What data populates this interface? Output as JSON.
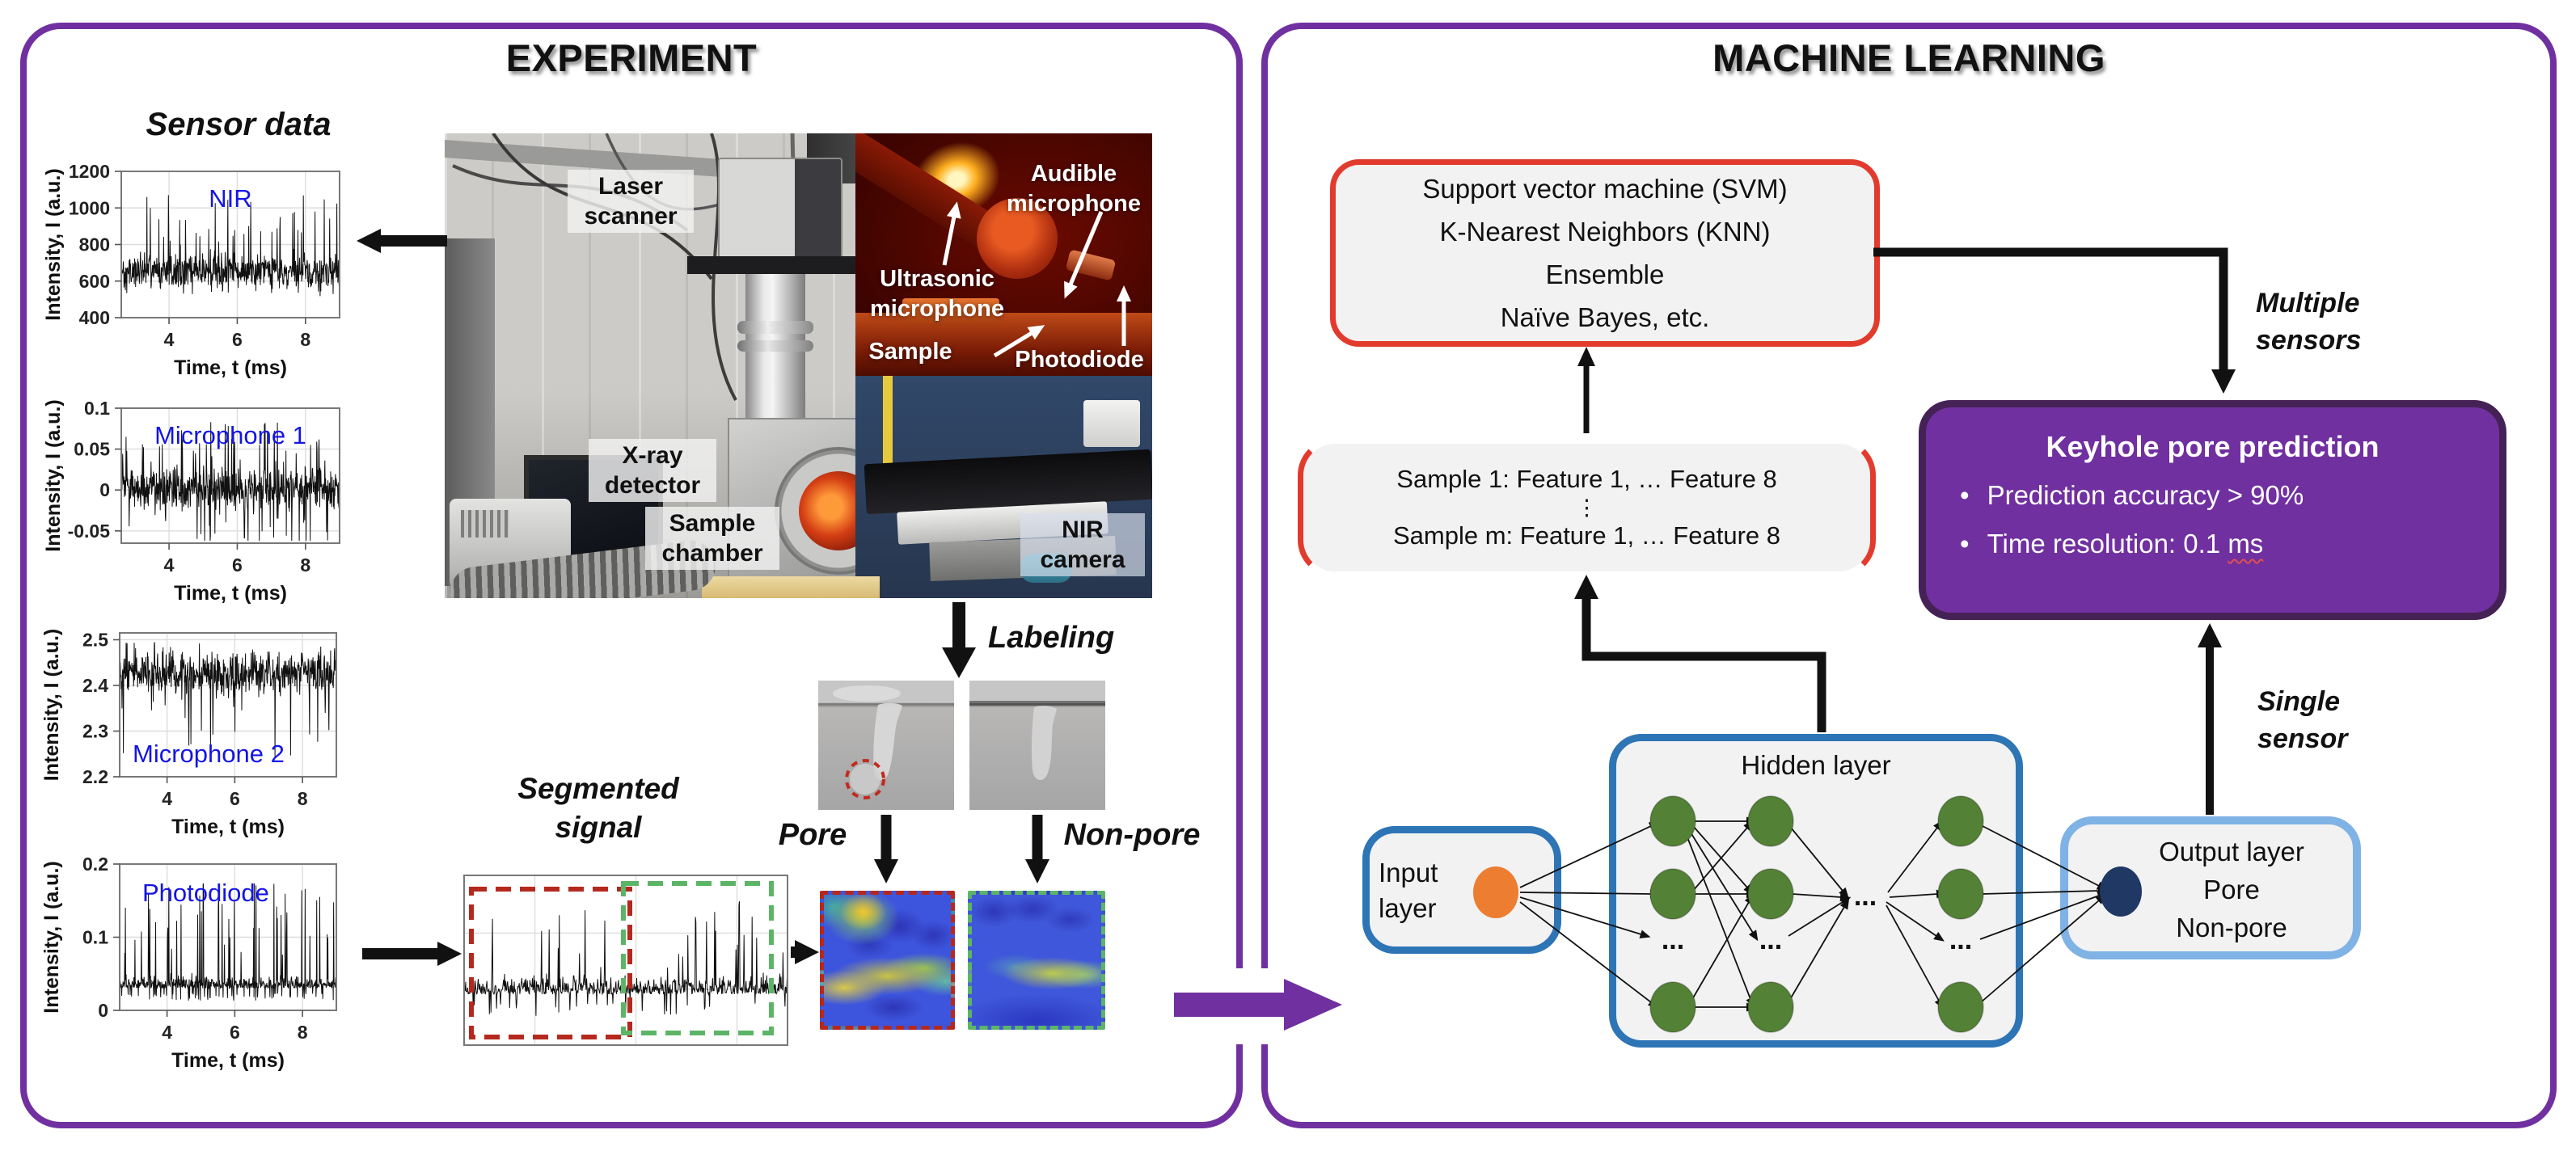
{
  "panels": {
    "experiment": {
      "title": "EXPERIMENT"
    },
    "machine_learning": {
      "title": "MACHINE LEARNING"
    }
  },
  "experiment": {
    "sensor_data_label": "Sensor data",
    "segmented_signal_label": "Segmented signal",
    "labeling_label": "Labeling",
    "pore_label": "Pore",
    "non_pore_label": "Non-pore",
    "photo_labels": {
      "laser_scanner": "Laser scanner",
      "xray_detector": "X-ray detector",
      "sample_chamber": "Sample chamber",
      "nir_camera": "NIR camera",
      "audible_mic": "Audible microphone",
      "ultrasonic_mic": "Ultrasonic microphone",
      "sample": "Sample",
      "photodiode": "Photodiode"
    }
  },
  "ml": {
    "classifiers": [
      "Support vector machine (SVM)",
      "K-Nearest Neighbors (KNN)",
      "Ensemble",
      "Naïve Bayes,  etc."
    ],
    "samples": {
      "line1": "Sample 1: Feature 1, … Feature 8",
      "dots": "⋮",
      "line2": "Sample m: Feature 1, … Feature 8"
    },
    "multiple_sensors_label": "Multiple sensors",
    "single_sensor_label": "Single sensor",
    "prediction": {
      "title": "Keyhole pore prediction",
      "bullet_glyph": "•",
      "bullet1": "Prediction accuracy > 90%",
      "bullet2_text": "Time resolution: 0.1 ",
      "bullet2_underlined": "ms"
    },
    "nn": {
      "input_label": "Input layer",
      "hidden_label": "Hidden layer",
      "output_lines": [
        "Output layer",
        "Pore",
        "Non-pore"
      ],
      "dots": "..."
    }
  },
  "colors": {
    "panel_border": "#7030A0",
    "accent_purple": "#7030A0",
    "classifier_border": "#E23B2E",
    "blue_box_border": "#2E75B6",
    "light_blue_border": "#7FB2E5",
    "hidden_node": "#538135",
    "input_node": "#ED7D31",
    "output_node": "#1F3864",
    "plot_title_blue": "#1414E6",
    "pore_dash": "#B5281E",
    "nonpore_dash": "#5CB567"
  },
  "chart_data": [
    {
      "id": "nir",
      "type": "line",
      "title": "NIR",
      "xlabel": "Time, t (ms)",
      "ylabel": "Intensity, I (a.u.)",
      "xlim": [
        2.6,
        9.0
      ],
      "xticks": [
        4,
        6,
        8
      ],
      "ylim": [
        400,
        1200
      ],
      "yticks": [
        400,
        600,
        800,
        1000,
        1200
      ],
      "grid": true,
      "legend": "none",
      "signal": {
        "description": "dense random NIR intensity noise",
        "baseline": 655,
        "noise": 70,
        "spike_up": [
          100,
          420
        ],
        "p_up": 0.05,
        "spike_down": [
          50,
          140
        ],
        "p_down": 0.05,
        "clip": [
          495,
          1185
        ],
        "seed": 11
      }
    },
    {
      "id": "mic1",
      "type": "line",
      "title": "Microphone 1",
      "xlabel": "Time, t (ms)",
      "ylabel": "Intensity, I (a.u.)",
      "xlim": [
        2.6,
        9.0
      ],
      "xticks": [
        4,
        6,
        8
      ],
      "ylim": [
        -0.065,
        0.1
      ],
      "yticks": [
        -0.05,
        0,
        0.05,
        0.1
      ],
      "grid": true,
      "legend": "none",
      "signal": {
        "description": "audible microphone noise centered at 0",
        "baseline": 0.002,
        "noise": 0.02,
        "spike_up": [
          0.03,
          0.082
        ],
        "p_up": 0.05,
        "spike_down": [
          0.03,
          0.08
        ],
        "p_down": 0.05,
        "clip": [
          -0.062,
          0.098
        ],
        "seed": 22
      }
    },
    {
      "id": "mic2",
      "type": "line",
      "title": "Microphone 2",
      "xlabel": "Time, t (ms)",
      "ylabel": "Intensity, I (a.u.)",
      "xlim": [
        2.6,
        9.0
      ],
      "xticks": [
        4,
        6,
        8
      ],
      "ylim": [
        2.2,
        2.515
      ],
      "yticks": [
        2.2,
        2.3,
        2.4,
        2.5
      ],
      "grid": true,
      "legend": "none",
      "signal": {
        "description": "ultrasonic microphone noise around 2.42 with downward dips",
        "baseline": 2.425,
        "noise": 0.035,
        "spike_up": [
          0.02,
          0.07
        ],
        "p_up": 0.06,
        "spike_down": [
          0.06,
          0.19
        ],
        "p_down": 0.025,
        "clip": [
          2.215,
          2.51
        ],
        "seed": 33
      }
    },
    {
      "id": "pd",
      "type": "line",
      "title": "Photodiode",
      "xlabel": "Time, t (ms)",
      "ylabel": "Intensity, I (a.u.)",
      "xlim": [
        2.6,
        9.0
      ],
      "xticks": [
        4,
        6,
        8
      ],
      "ylim": [
        0,
        0.2
      ],
      "yticks": [
        0,
        0.1,
        0.2
      ],
      "grid": true,
      "legend": "none",
      "skew": "up",
      "signal": {
        "description": "photodiode baseline ~0.04 with upward spikes to ~0.18",
        "baseline": 0.035,
        "noise": 0.014,
        "spike_up": [
          0.04,
          0.145
        ],
        "p_up": 0.06,
        "spike_down": [
          0.012,
          0.022
        ],
        "p_down": 0.1,
        "clip": [
          0.004,
          0.185
        ],
        "seed": 44
      }
    },
    {
      "id": "seg",
      "type": "line",
      "title": "",
      "xlabel": "",
      "ylabel": "",
      "xlim": [
        2.6,
        9.0
      ],
      "xticks": [
        4,
        6,
        8
      ],
      "ylim": [
        0,
        1
      ],
      "yticks": [
        0.33,
        0.66
      ],
      "grid": true,
      "legend": "none",
      "skew": "up",
      "annotations": [
        {
          "kind": "segment-box",
          "label": "pore segment",
          "color": "#B5281E",
          "x_extent": "left half"
        },
        {
          "kind": "segment-box",
          "label": "non-pore segment",
          "color": "#5CB567",
          "x_extent": "right half"
        }
      ],
      "signal": {
        "description": "segmented photodiode-like noise burst",
        "baseline": 0.33,
        "noise": 0.09,
        "spike_up": [
          0.12,
          0.52
        ],
        "p_up": 0.06,
        "spike_down": [
          0.08,
          0.16
        ],
        "p_down": 0.05,
        "clip": [
          0.03,
          0.95
        ],
        "seed": 55
      }
    },
    {
      "id": "spec_pore",
      "type": "heatmap",
      "title": "Pore",
      "description": "wavelet spectrogram, blue background with bright yellow blob top-left and yellow-green band across lower middle",
      "palette": [
        "#2a2fb0",
        "#3d55dc",
        "#64b8a2",
        "#8fc05a",
        "#c9c342",
        "#f2c52e"
      ],
      "border": "dashed red"
    },
    {
      "id": "spec_nonpore",
      "type": "heatmap",
      "title": "Non-pore",
      "description": "wavelet spectrogram, mostly blue with single faint yellow-green streak in lower middle",
      "palette": [
        "#2a2fb0",
        "#3f57da",
        "#64beaa",
        "#bcc94e"
      ],
      "border": "dashed green"
    }
  ]
}
